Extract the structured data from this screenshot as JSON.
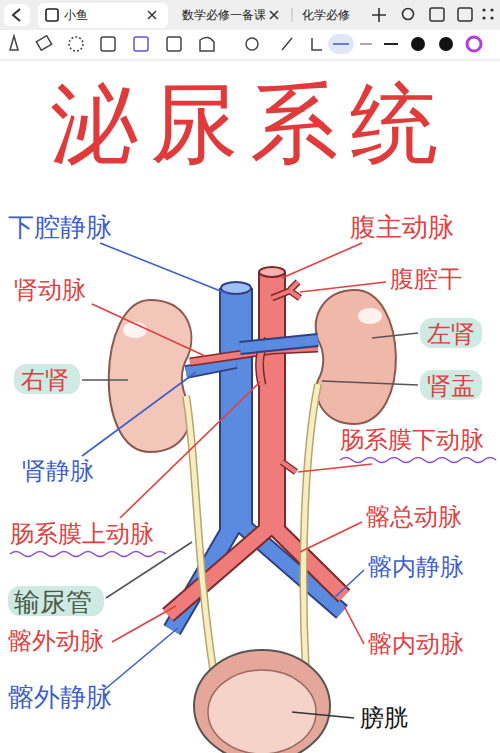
{
  "diagram": {
    "title": "泌尿系统",
    "labels": [
      "小鱼",
      "数学必修一备课",
      "化学必修",
      "下腔静脉",
      "腹主动脉",
      "肾动脉",
      "腹腔干",
      "左肾",
      "右肾",
      "肾盂",
      "肾静脉",
      "肠系膜下动脉",
      "髂总动脉",
      "肠系膜上动脉",
      "髂内静脉",
      "输尿管",
      "髂外动脉",
      "髂内动脉",
      "髂外静脉",
      "膀胱"
    ]
  }
}
